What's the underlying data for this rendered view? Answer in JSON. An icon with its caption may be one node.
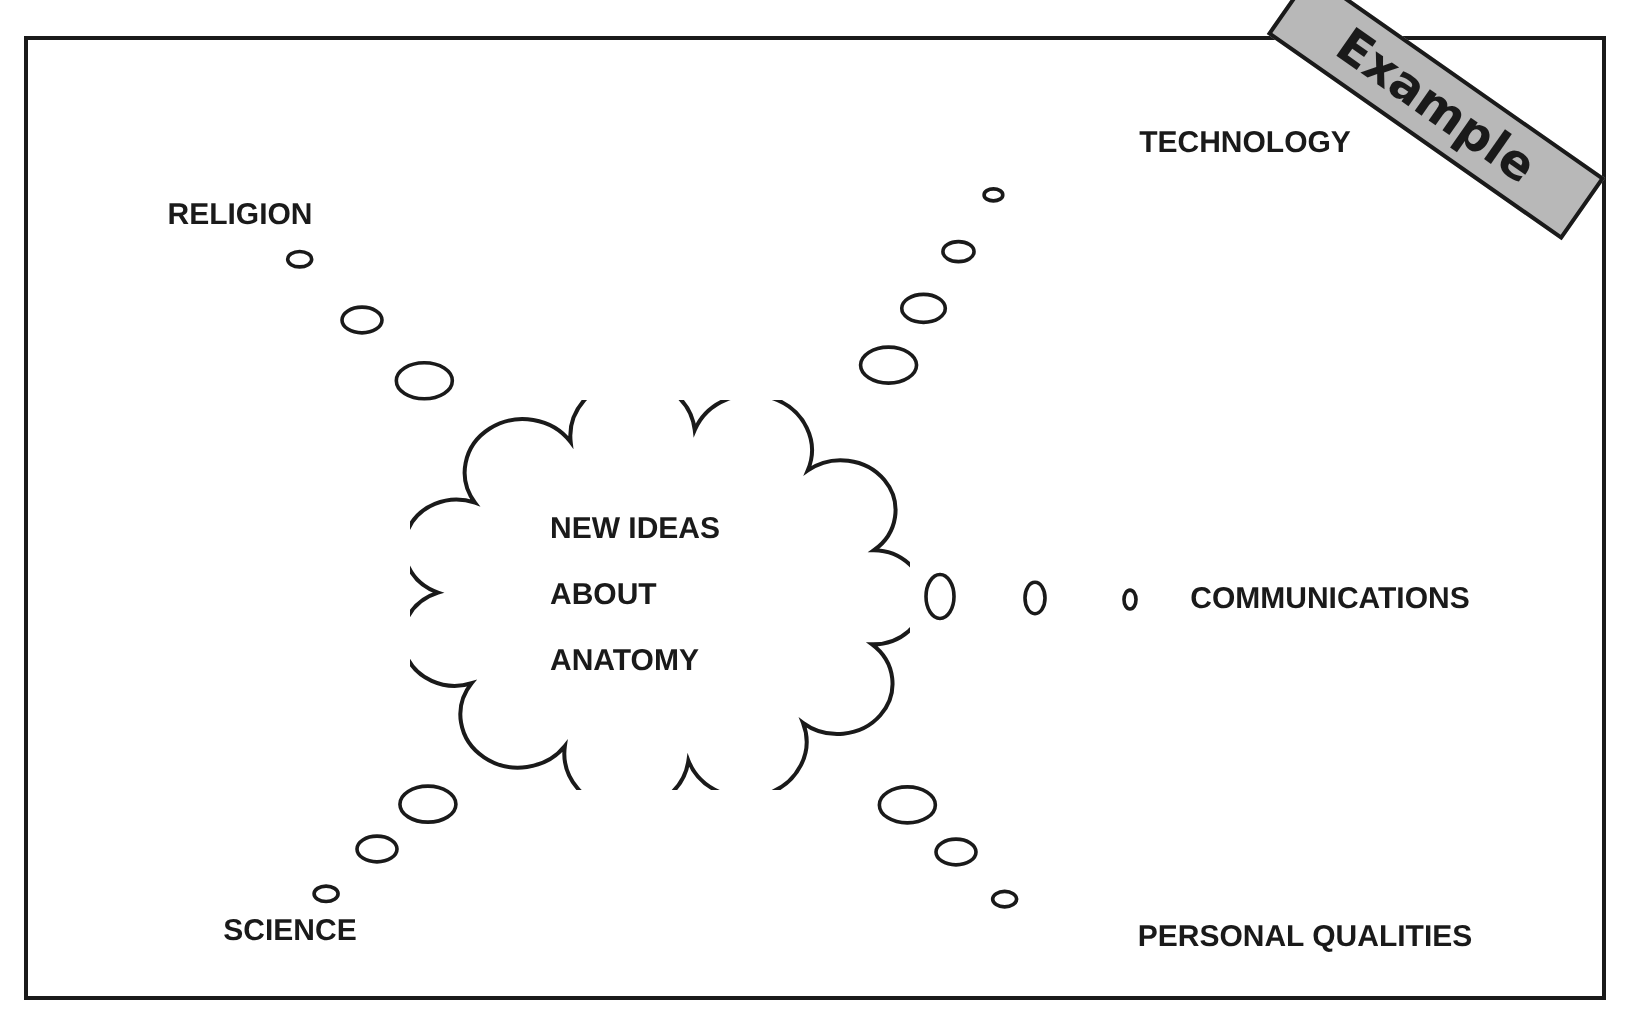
{
  "diagram": {
    "nodes": [
      {
        "text": [
          "NEW IDEAS ABOUT ANATOMY"
        ]
      },
      {
        "text": [
          "RELIGION"
        ]
      },
      {
        "text": [
          "TECHNOLOGY"
        ]
      },
      {
        "text": [
          "COMMUNICATIONS"
        ]
      },
      {
        "text": [
          "SCIENCE"
        ]
      },
      {
        "text": [
          "PERSONAL QUALITIES"
        ]
      }
    ],
    "labels": [
      "Example"
    ]
  }
}
